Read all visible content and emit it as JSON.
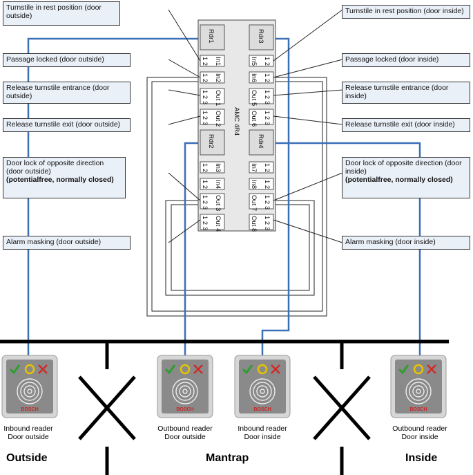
{
  "controller": {
    "title": "AMC 4R4",
    "readers": [
      "Rdr1",
      "Rdr2",
      "Rdr3",
      "Rdr4"
    ],
    "inputs": [
      "In1",
      "In2",
      "In3",
      "In4",
      "In5",
      "In6",
      "In7",
      "In8"
    ],
    "outputs": [
      "Out 1",
      "Out 2",
      "Out 3",
      "Out 4",
      "Out 5",
      "Out 6",
      "Out 7",
      "Out 8"
    ],
    "pins2": "1 2",
    "pins3": "1 2 3"
  },
  "labels_left": [
    "Turnstile in rest position (door outside)",
    "Passage locked (door outside)",
    "Release turnstile entrance (door outside)",
    "Release turnstile exit (door outside)",
    "Door lock of opposite direction (door outside)",
    "Alarm masking (door outside)"
  ],
  "labels_right": [
    "Turnstile in rest position (door inside)",
    "Passage locked (door inside)",
    "Release turnstile entrance (door inside)",
    "Release turnstile exit (door inside)",
    "Door lock of opposite direction (door inside)",
    "Alarm masking (door inside)"
  ],
  "note_bold": "(potentialfree, normally closed)",
  "readers": [
    {
      "line1": "Inbound reader",
      "line2": "Door outside"
    },
    {
      "line1": "Outbound reader",
      "line2": "Door outside"
    },
    {
      "line1": "Inbound reader",
      "line2": "Door inside"
    },
    {
      "line1": "Outbound reader",
      "line2": "Door inside"
    }
  ],
  "reader_brand": "BOSCH",
  "zones": {
    "outside": "Outside",
    "mantrap": "Mantrap",
    "inside": "Inside"
  },
  "colors": {
    "bus": "#3b6fb6",
    "label_bg": "#eaf0f8",
    "ok": "#2e9e2e",
    "wait": "#e5c400",
    "deny": "#d12a2a"
  }
}
